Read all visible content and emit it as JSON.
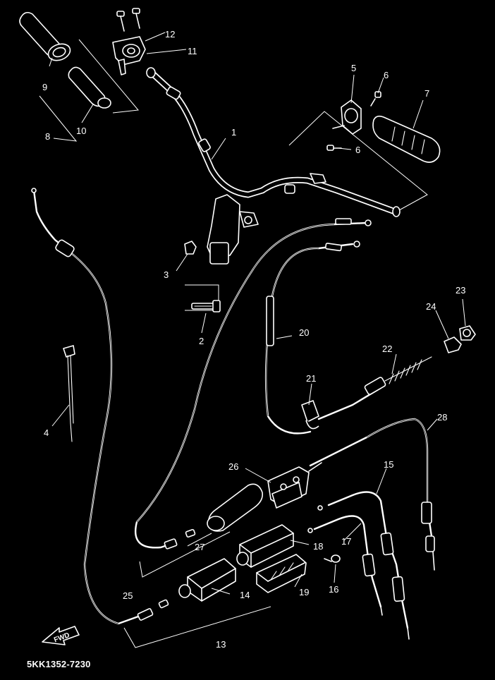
{
  "diagram_code": "5KK1352-7230",
  "fwd_label": "FWD",
  "callouts": {
    "c1": "1",
    "c2": "2",
    "c3": "3",
    "c4": "4",
    "c5": "5",
    "c6a": "6",
    "c6b": "6",
    "c7": "7",
    "c8": "8",
    "c9": "9",
    "c10": "10",
    "c11": "11",
    "c12": "12",
    "c13": "13",
    "c14": "14",
    "c15": "15",
    "c16": "16",
    "c17": "17",
    "c18": "18",
    "c19": "19",
    "c20": "20",
    "c21": "21",
    "c22": "22",
    "c23": "23",
    "c24": "24",
    "c25": "25",
    "c26": "26",
    "c27": "27",
    "c28": "28"
  },
  "colors": {
    "background": "#000000",
    "line": "#ffffff"
  }
}
